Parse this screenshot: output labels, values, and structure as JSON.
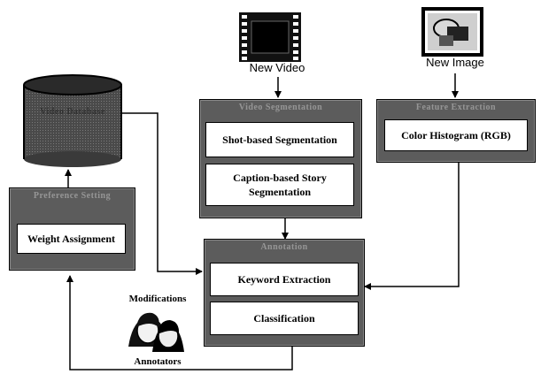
{
  "inputs": {
    "new_video": "New Video",
    "new_image": "New Image"
  },
  "database": {
    "title": "Video Database"
  },
  "weight_panel": {
    "title": "Preference Setting",
    "item": "Weight Assignment"
  },
  "video_panel": {
    "title": "Video Segmentation",
    "item1": "Shot-based Segmentation",
    "item2_line1": "Caption-based Story",
    "item2_line2": "Segmentation"
  },
  "image_panel": {
    "title": "Feature Extraction",
    "item": "Color Histogram (RGB)"
  },
  "annotation_panel": {
    "title": "Annotation",
    "item1": "Keyword Extraction",
    "item2": "Classification"
  },
  "labels": {
    "modifications": "Modifications",
    "annotators": "Annotators"
  },
  "colors": {
    "panel_fill": "#5c5c5c",
    "box_fill": "#ffffff",
    "line": "#000000"
  }
}
